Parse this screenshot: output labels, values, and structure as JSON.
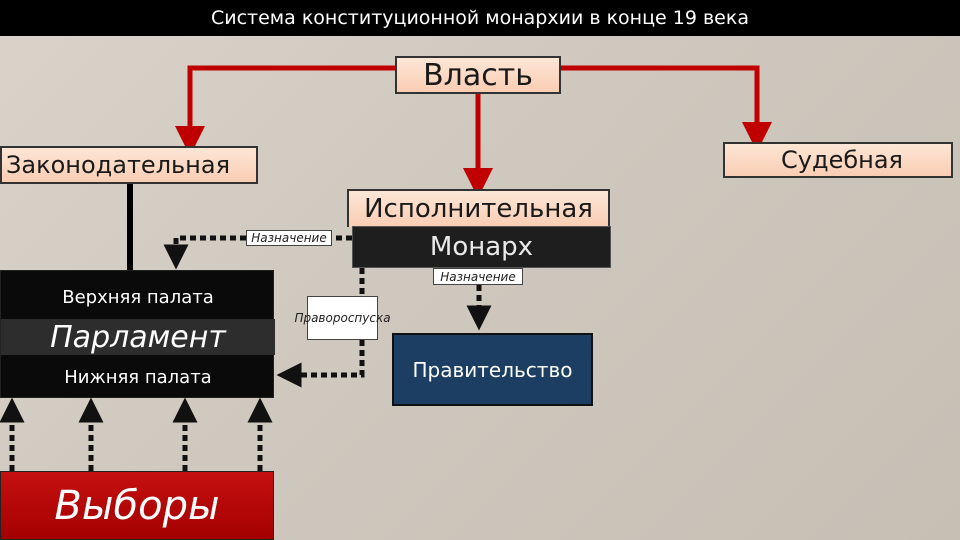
{
  "title": "Система конституционной монархии в конце 19 века",
  "nodes": {
    "power": "Власть",
    "legislative": "Законодательная",
    "judicial": "Судебная",
    "executive": "Исполнительная",
    "monarch": "Монарх",
    "upper_house": "Верхняя палата",
    "parliament": "Парламент",
    "lower_house": "Нижняя палата",
    "government": "Правительство",
    "elections": "Выборы"
  },
  "edge_labels": {
    "appointment_upper": "Назначение",
    "appointment_government": "Назначение",
    "dissolution_line1": "Право",
    "dissolution_line2": "роспуска"
  },
  "colors": {
    "arrow_red": "#c00000",
    "peach": "#fbd5bf",
    "government_blue": "#1d3e63",
    "elections_red": "#b00000"
  }
}
